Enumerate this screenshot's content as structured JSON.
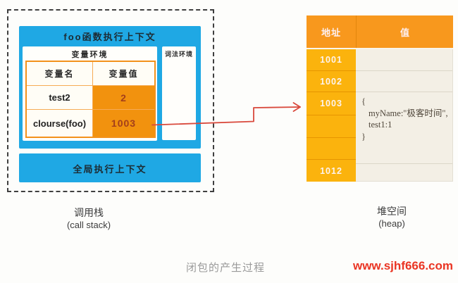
{
  "colors": {
    "blue": "#1fa8e4",
    "orange_cell": "#f2920e",
    "heap_header_orange": "#f8981d",
    "heap_address_yellow": "#fbb30d",
    "heap_value_beige": "#f3efe5",
    "arrow_red": "#d9493c",
    "watermark_red": "#ea3524",
    "caption_gray": "#9a9a9a"
  },
  "call_stack": {
    "foo_context": {
      "title": "foo函数执行上下文",
      "variable_env": {
        "label": "变量环境",
        "columns": [
          "变量名",
          "变量值"
        ],
        "rows": [
          {
            "name": "test2",
            "value": "2"
          },
          {
            "name": "clourse(foo)",
            "value": "1003"
          }
        ]
      },
      "lexical_env_label": "词法环境"
    },
    "global_context_title": "全局执行上下文",
    "label_cn": "调用栈",
    "label_en": "(call stack)"
  },
  "heap": {
    "header": {
      "address": "地址",
      "value": "值"
    },
    "addresses": [
      "1001",
      "1002",
      "1003",
      "",
      "",
      "1012"
    ],
    "value_1003_lines": [
      "{",
      "myName:\"极客时间\",",
      "test1:1",
      "}"
    ],
    "label_cn": "堆空间",
    "label_en": "(heap)"
  },
  "caption": "闭包的产生过程",
  "watermark": "www.sjhf666.com"
}
